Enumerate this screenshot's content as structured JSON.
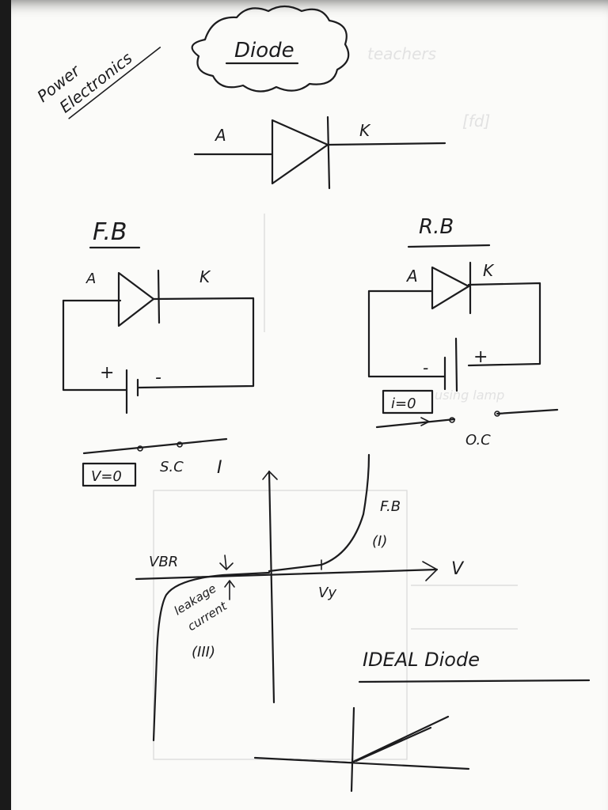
{
  "subject": {
    "line1": "Power",
    "line2": "Electronics"
  },
  "title": "Diode",
  "symbol": {
    "anode": "A",
    "cathode": "K"
  },
  "forward_bias": {
    "heading": "F.B",
    "anode": "A",
    "cathode": "K",
    "plus": "+",
    "minus": "-",
    "condition": "V=0",
    "state": "S.C"
  },
  "reverse_bias": {
    "heading": "R.B",
    "anode": "A",
    "cathode": "K",
    "plus": "+",
    "minus": "-",
    "condition": "i=0",
    "state": "O.C"
  },
  "characteristic": {
    "y_axis": "I",
    "x_axis": "V",
    "fb_label": "F.B",
    "region_1": "(I)",
    "region_3": "(III)",
    "breakdown": "VBR",
    "threshold": "Vy",
    "leakage_line1": "leakage",
    "leakage_line2": "current"
  },
  "ideal": {
    "heading": "IDEAL Diode"
  }
}
